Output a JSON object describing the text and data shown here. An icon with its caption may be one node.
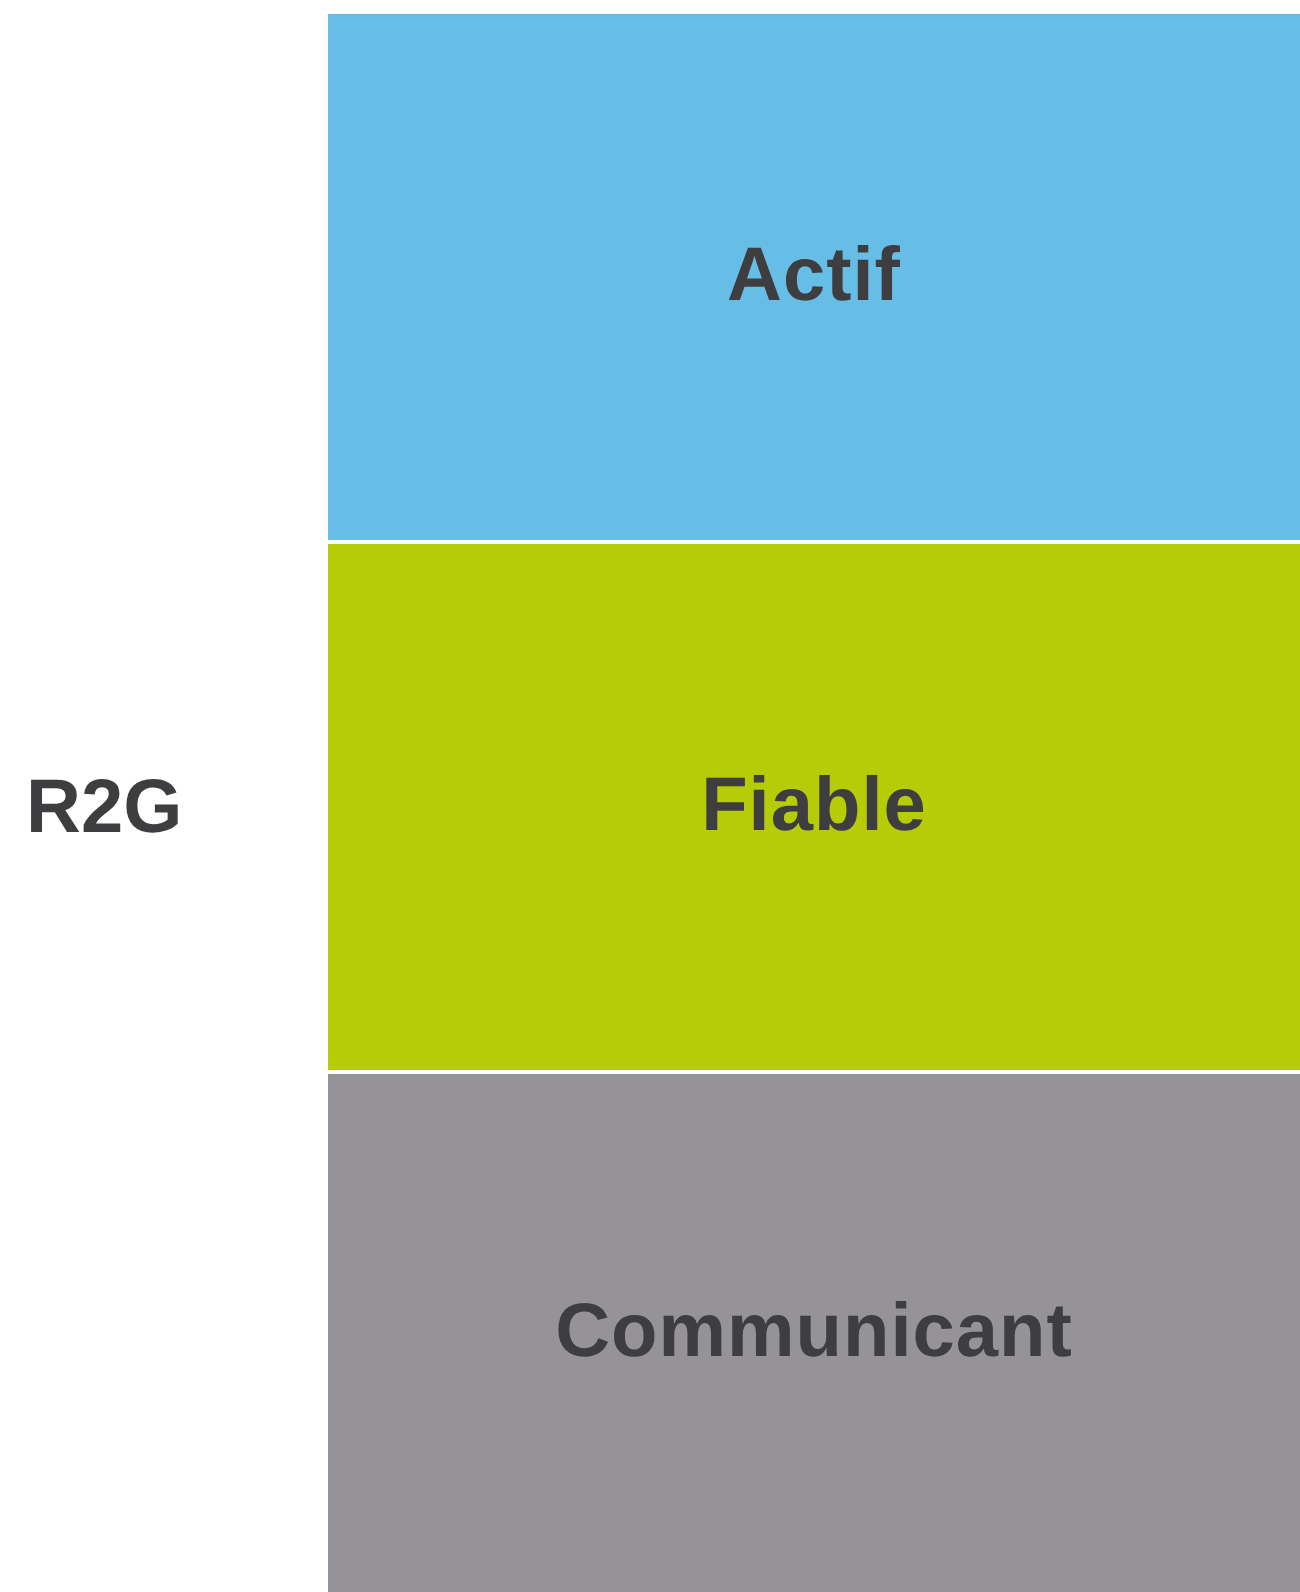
{
  "diagram": {
    "nodes": [
      {
        "text": [
          "Actif"
        ]
      },
      {
        "text": [
          "Fiable"
        ]
      },
      {
        "text": [
          "Communicant"
        ]
      }
    ],
    "labels": [
      "R2G"
    ]
  }
}
